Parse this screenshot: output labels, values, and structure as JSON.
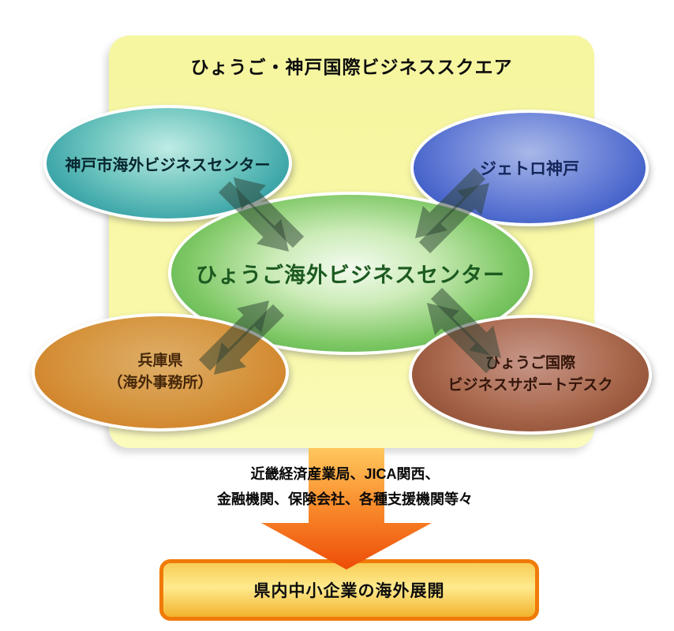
{
  "panel": {
    "title": "ひょうご・神戸国際ビジネススクエア"
  },
  "ellipses": {
    "kobe": {
      "label": "神戸市海外ビジネスセンター"
    },
    "jetro": {
      "label": "ジェトロ神戸"
    },
    "center": {
      "label": "ひょうご海外ビジネスセンター"
    },
    "hyogo_pref": {
      "line1": "兵庫県",
      "line2": "（海外事務所）"
    },
    "support_desk": {
      "line1": "ひょうご国際",
      "line2": "ビジネスサポートデスク"
    }
  },
  "supporters": {
    "line1": "近畿経済産業局、JICA関西、",
    "line2": "金融機関、保険会社、各種支援機関等々"
  },
  "goal": {
    "label": "県内中小企業の海外展開"
  },
  "colors": {
    "panel_bg": "#f7f7a4",
    "kobe_ellipse": "#2a99a0",
    "jetro_ellipse": "#2f51c2",
    "center_ellipse": "#44a542",
    "pref_ellipse": "#cf7a1e",
    "desk_ellipse": "#87452a",
    "exchange_arrow": "rgba(42,64,50,0.5)",
    "down_arrow_top": "#ffc85e",
    "down_arrow_bottom": "#ec4c08",
    "goal_border": "#f07a07",
    "goal_fill": "#ffea8e"
  }
}
